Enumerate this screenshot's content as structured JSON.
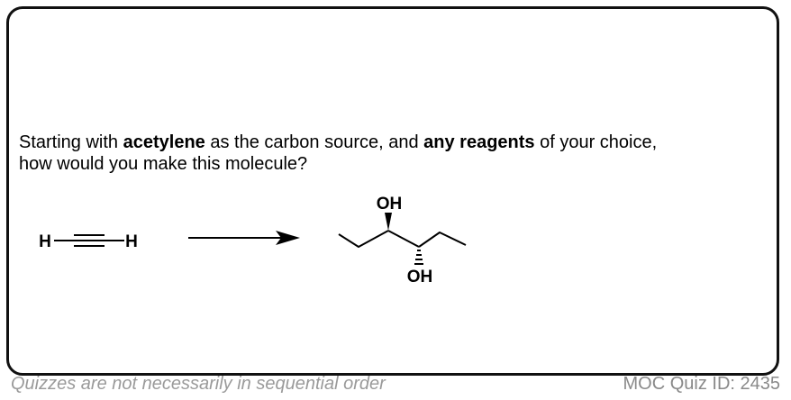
{
  "question": {
    "part1": "Starting with ",
    "bold1": "acetylene",
    "part2": " as the carbon source, and ",
    "bold2": "any reagents",
    "part3": " of your choice,",
    "line2": "how would you make this molecule?"
  },
  "reactant": {
    "name": "acetylene",
    "atom_left": "H",
    "atom_right": "H"
  },
  "product": {
    "substituent_top": "OH",
    "substituent_bottom": "OH"
  },
  "footer": {
    "disclaimer": "Quizzes are not necessarily in sequential order",
    "quiz_id": "MOC Quiz ID: 2435"
  }
}
